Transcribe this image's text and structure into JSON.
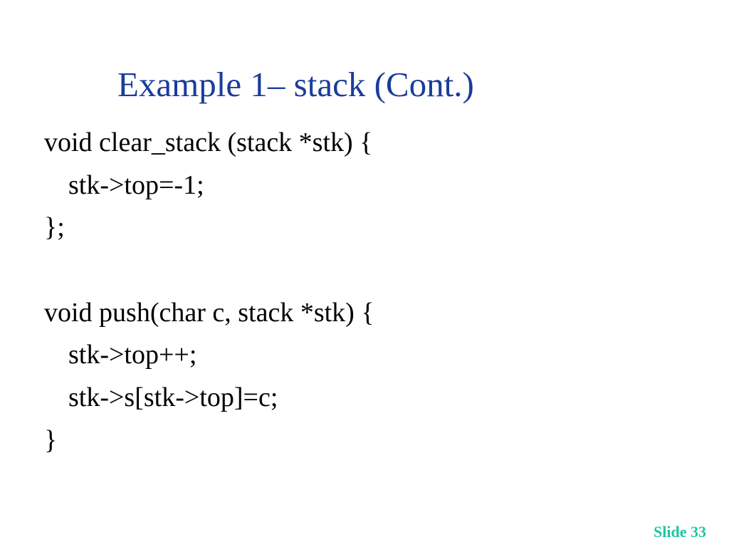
{
  "slide": {
    "title": "Example 1– stack (Cont.)",
    "code_lines": [
      "void clear_stack (stack *stk) {",
      "stk->top=-1;",
      "};",
      "",
      "void push(char c, stack *stk) {",
      "stk->top++;",
      "stk->s[stk->top]=c;",
      "}"
    ],
    "footer_label": "Slide 33"
  },
  "colors": {
    "title": "#1a3c9b",
    "body_text": "#000000",
    "footer": "#1dc7a3",
    "background": "#ffffff"
  }
}
